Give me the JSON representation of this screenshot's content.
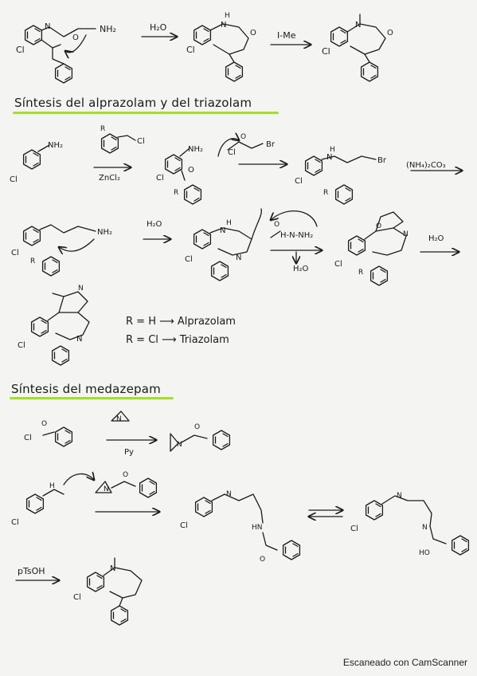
{
  "sections": [
    {
      "title": "Síntesis del alprazolam y del triazolam"
    },
    {
      "title": "Síntesis del medazepam"
    }
  ],
  "labels": {
    "cl": "Cl",
    "nh2": "NH₂",
    "nh": "NH",
    "hn": "HN",
    "h": "H",
    "n": "N",
    "o": "O",
    "br": "Br",
    "zncl2": "ZnCl₂",
    "nh4co3": "(NH₄)₂CO₃",
    "h2o": "H₂O",
    "ime": "I-Me",
    "py": "Py",
    "ptsoh": "pTsOH",
    "r": "R",
    "ho": "HO",
    "hydrazide": "H-N-NH₂"
  },
  "legend": [
    {
      "text": "R = H ⟶ Alprazolam"
    },
    {
      "text": "R = Cl ⟶ Triazolam"
    }
  ],
  "footer": "Escaneado con CamScanner"
}
